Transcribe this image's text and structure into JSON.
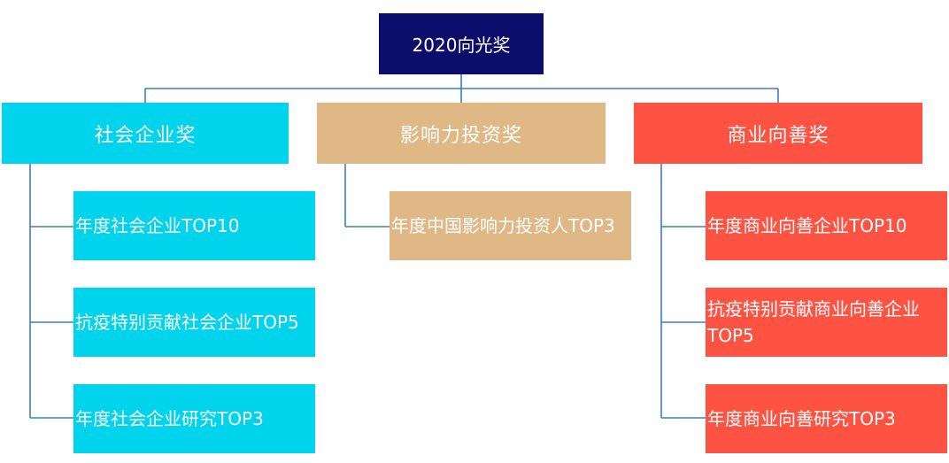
{
  "colors": {
    "root": "#0d0d6b",
    "social": "#00d3ec",
    "invest": "#dfb885",
    "good": "#fe5242",
    "line": "#3b7fc4"
  },
  "root": {
    "label": "2020向光奖"
  },
  "categories": [
    {
      "label": "社会企业奖",
      "children": [
        "年度社会企业TOP10",
        "抗疫特别贡献社会企业TOP5",
        "年度社会企业研究TOP3"
      ]
    },
    {
      "label": "影响力投资奖",
      "children": [
        "年度中国影响力投资人TOP3"
      ]
    },
    {
      "label": "商业向善奖",
      "children": [
        "年度商业向善企业TOP10",
        "抗疫特别贡献商业向善企业TOP5",
        "年度商业向善研究TOP3"
      ]
    }
  ]
}
